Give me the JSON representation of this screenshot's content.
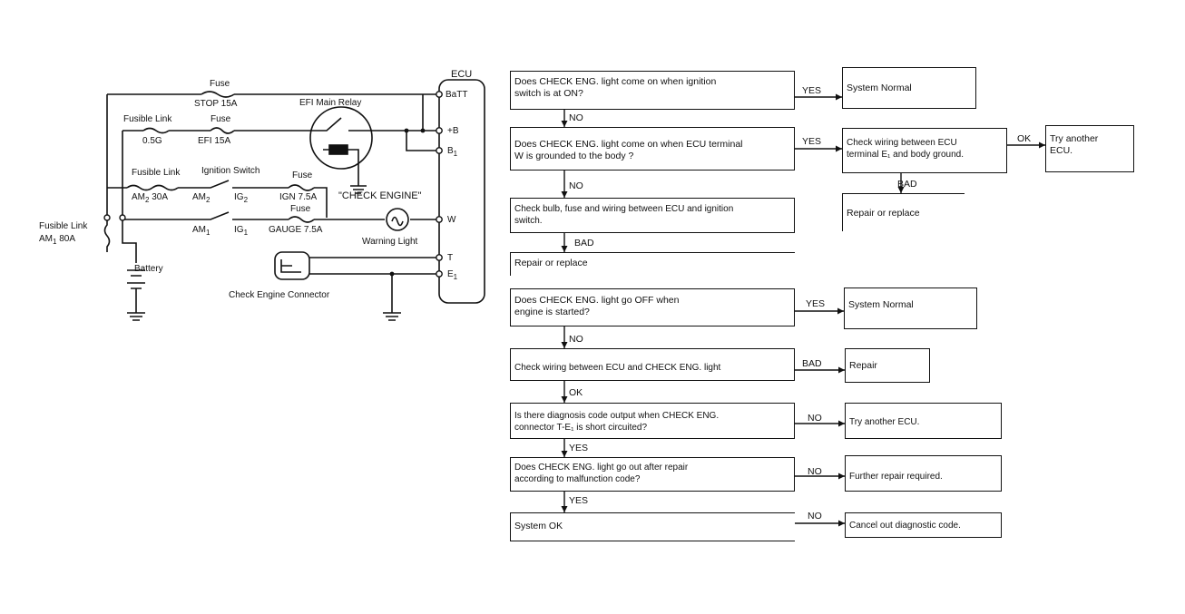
{
  "wiring": {
    "ecu_title": "ECU",
    "terminals": {
      "batt": "BaTT",
      "plus_b": "+B",
      "b1": "B",
      "b1_sub": "1",
      "w": "W",
      "t": "T",
      "e1": "E",
      "e1_sub": "1"
    },
    "fuse_stop_title": "Fuse",
    "fuse_stop": "STOP 15A",
    "fusible_link_top": "Fusible Link",
    "fuse_efi_title": "Fuse",
    "fusible_05g": "0.5G",
    "fuse_efi": "EFI 15A",
    "efi_main_relay": "EFI Main Relay",
    "fusible_link_mid": "Fusible Link",
    "ignition_switch": "Ignition Switch",
    "fuse_ign_title": "Fuse",
    "am2": "AM",
    "am2_sub": "2",
    "am2_rating": "30A",
    "am2_sw": "AM",
    "am2_sw_sub": "2",
    "ig2": "IG",
    "ig2_sub": "2",
    "fuse_ign": "IGN 7.5A",
    "check_engine_label": "\"CHECK ENGINE\"",
    "fuse_gauge_title": "Fuse",
    "am1": "AM",
    "am1_sub": "1",
    "ig1": "IG",
    "ig1_sub": "1",
    "fuse_gauge": "GAUGE 7.5A",
    "warning_light": "Warning Light",
    "fusible_link_left": "Fusible Link",
    "am1_left": "AM",
    "am1_left_sub": "1",
    "am1_left_rating": "80A",
    "battery": "Battery",
    "check_engine_connector": "Check Engine Connector"
  },
  "flowchart": {
    "q1": "Does CHECK ENG. light come on when ignition\nswitch is at ON?",
    "q1_yes": "YES",
    "q1_yes_result": "System Normal",
    "q1_no": "NO",
    "q2": "Does CHECK ENG. light come on when ECU terminal\nW is grounded to the body ?",
    "q2_yes": "YES",
    "q2_yes_action": "Check wiring between ECU\nterminal E₁ and body ground.",
    "q2_ok": "OK",
    "q2_ok_result": "Try another\nECU.",
    "q2_bad": "BAD",
    "q2_bad_result": "Repair or replace",
    "q2_no": "NO",
    "q3": "Check bulb, fuse and wiring between ECU and ignition\nswitch.",
    "q3_bad": "BAD",
    "q3_bad_result": "Repair or replace",
    "q4": "Does CHECK ENG. light go OFF when\nengine is started?",
    "q4_yes": "YES",
    "q4_yes_result": "System Normal",
    "q4_no": "NO",
    "q5": "Check wiring between ECU and CHECK ENG. light",
    "q5_bad": "BAD",
    "q5_bad_result": "Repair",
    "q5_ok": "OK",
    "q6": "Is there diagnosis code output when CHECK ENG.\nconnector T-E₁ is short circuited?",
    "q6_no": "NO",
    "q6_no_result": "Try another ECU.",
    "q6_yes": "YES",
    "q7": "Does CHECK ENG. light go out after repair\naccording to malfunction code?",
    "q7_no": "NO",
    "q7_no_result": "Further repair required.",
    "q7_yes": "YES",
    "q8": "System OK",
    "q8_no": "NO",
    "q8_no_result": "Cancel out diagnostic code."
  }
}
